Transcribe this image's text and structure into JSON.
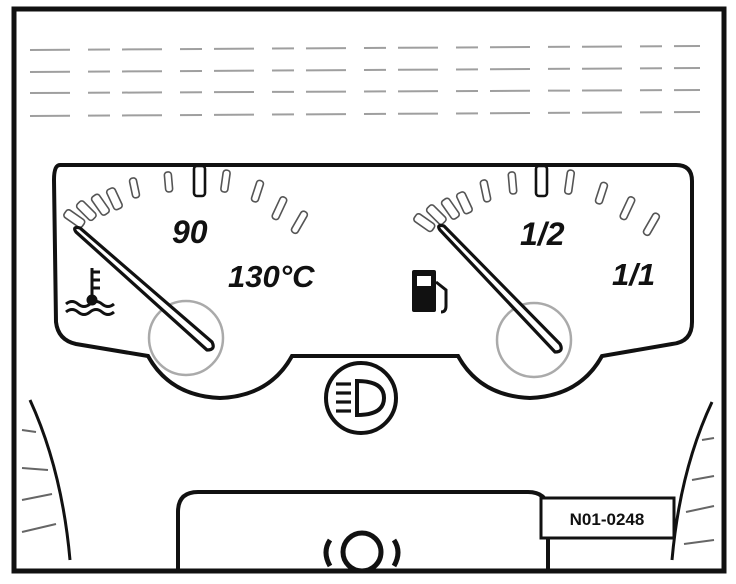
{
  "temperature_gauge": {
    "mid_label": "90",
    "max_label": "130°C",
    "icon": "coolant-temperature-icon",
    "needle_reading": "below-minimum"
  },
  "fuel_gauge": {
    "mid_label": "1/2",
    "max_label": "1/1",
    "icon": "fuel-pump-icon",
    "needle_reading": "empty"
  },
  "center_indicator": {
    "icon": "main-beam-headlight-icon"
  },
  "lower_panel": {
    "icon": "brake-warning-icon"
  },
  "reference_code": "N01-0248"
}
